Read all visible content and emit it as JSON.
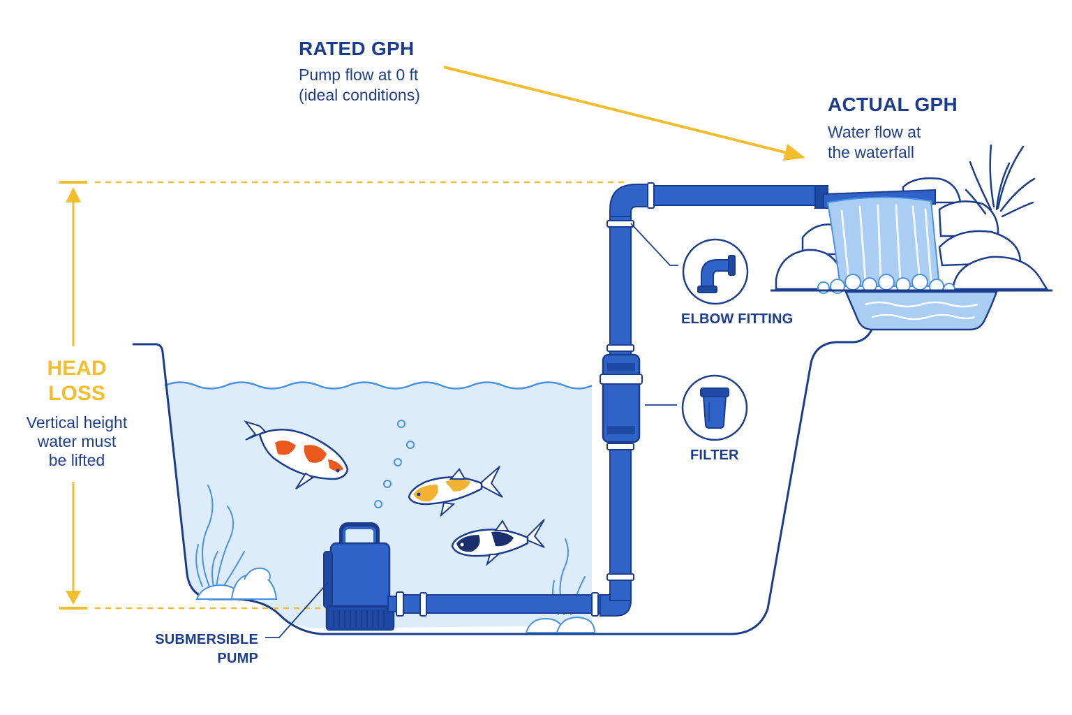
{
  "labels": {
    "rated_title": "RATED GPH",
    "rated_sub": "Pump flow at 0 ft\n(ideal conditions)",
    "actual_title": "ACTUAL GPH",
    "actual_sub": "Water flow at\nthe waterfall",
    "head_title": "HEAD\nLOSS",
    "head_sub": "Vertical height\nwater must\nbe lifted",
    "elbow": "ELBOW FITTING",
    "filter": "FILTER",
    "pump": "SUBMERSIBLE\nPUMP"
  },
  "colors": {
    "navy": "#1b3c8c",
    "pipe": "#2f63c8",
    "pipe_dark": "#1e4aa6",
    "water": "#dcecfb",
    "water_line": "#4a90e2",
    "yellow": "#f2be2c",
    "koi_orange": "#ea5a1e",
    "koi_gold": "#f2b233",
    "koi_black": "#1a2f6b"
  },
  "icons": [
    "elbow-fitting-icon",
    "filter-icon",
    "submersible-pump-icon",
    "waterfall-icon",
    "koi-fish-icon",
    "plant-icon",
    "rock-icon"
  ]
}
